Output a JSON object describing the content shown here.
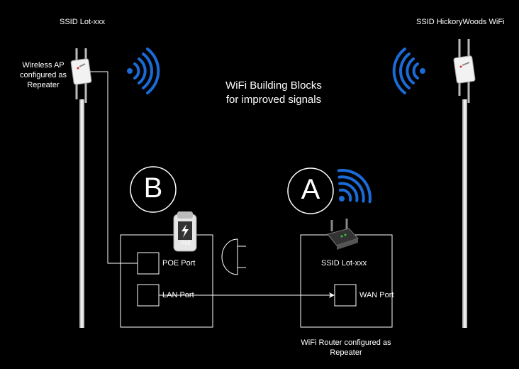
{
  "diagram": {
    "title_line1": "WiFi Building Blocks",
    "title_line2": "for improved signals",
    "left_ssid": "SSID Lot-xxx",
    "right_ssid": "SSID HickoryWoods WiFi",
    "ap_label_line1": "Wireless AP",
    "ap_label_line2": "configured as",
    "ap_label_line3": "Repeater",
    "block_b_letter": "B",
    "block_a_letter": "A",
    "poe_port": "POE Port",
    "lan_port": "LAN Port",
    "poe_injector_text": "PoE",
    "router_ssid": "SSID Lot-xxx",
    "wan_port": "WAN Port",
    "router_label_line1": "WiFi Router configured as",
    "router_label_line2": "Repeater"
  },
  "colors": {
    "background": "#000000",
    "wifi_blue": "#1a6bd6",
    "lines": "#ffffff"
  },
  "icons": [
    "wifi-signal-icon",
    "outdoor-access-point-icon",
    "poe-injector-icon",
    "router-icon",
    "power-plug-icon"
  ]
}
